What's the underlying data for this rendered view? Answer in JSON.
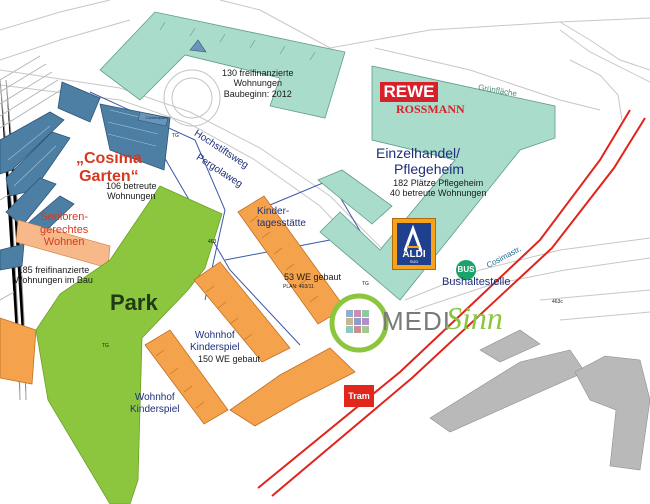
{
  "labels": {
    "housing_130": [
      "130 freifinanzierte",
      "Wohnungen",
      "Baubeginn: 2012"
    ],
    "street_gruenflaeche": "Grünfläche",
    "rewe": "REWE",
    "rossmann": "ROSSMANN",
    "einzelhandel": [
      "Einzelhandel/",
      "Pflegeheim"
    ],
    "pflege_stats": [
      "182 Plätze Pflegeheim",
      "40 betreute Wohnungen"
    ],
    "street_hochstiftsweg": "Hochstiftsweg",
    "street_pergolaweg": "Pergolaweg",
    "cosima_garten": [
      "„Cosima",
      "Garten“"
    ],
    "cosima_stats": [
      "106 betreute",
      "Wohnungen"
    ],
    "senioren": [
      "Senioren-",
      "gerechtes",
      "Wohnen"
    ],
    "housing_185": [
      "185 freifinanzierte",
      "Wohnungen im Bau"
    ],
    "kindertagesstaette": [
      "Kinder-",
      "tagesstätte"
    ],
    "we_53": "53 WE gebaut",
    "plan_no": "PLAN: 463/11",
    "park": "Park",
    "wohnhof_1": [
      "Wohnhof",
      "Kinderspiel"
    ],
    "we_150": "150 WE gebaut",
    "wohnhof_2": [
      "Wohnhof",
      "Kinderspiel"
    ],
    "aldi": "ALDI",
    "aldi_sub": "SÜD",
    "bus_badge": "BUS",
    "bushaltestelle": "Bushaltestelle",
    "street_cosimastr": "Cosimastr.",
    "tram": "Tram",
    "medisinn_medi": "MEDI",
    "medisinn_sinn": "Sinn",
    "tg_1": "TG",
    "tg_2": "TG",
    "tg_3": "TG",
    "num_463": "463",
    "num_463c": "463c",
    "cosima_small": "Cosimapark"
  },
  "colors": {
    "mint_building": "#a9dccb",
    "blue_building": "#4d7ea3",
    "orange_building": "#f4a24c",
    "park_green": "#8cc63f",
    "rail_red": "#e0241b",
    "text_navy": "#1e2f7a",
    "text_red": "#d63a1e",
    "tram_red": "#e1261c",
    "bus_green": "#1aa36b",
    "rewe_red": "#d8202a",
    "aldi_blue": "#1f3f8f",
    "aldi_orange": "#f6a21a"
  }
}
